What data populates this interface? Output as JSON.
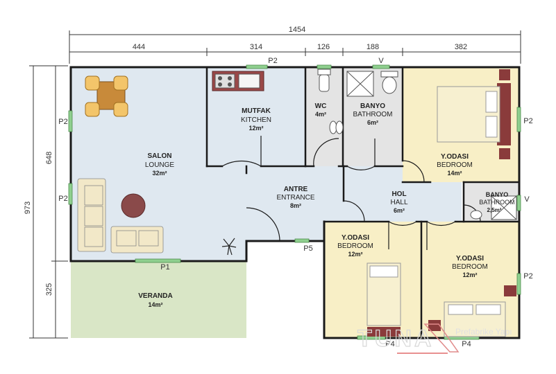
{
  "colors": {
    "wall": "#1a1a1a",
    "lounge": "#dfe8f0",
    "wet": "#e4e4e4",
    "bedroom": "#f8efc6",
    "veranda": "#d9e6c6",
    "window": "#8fcf8f",
    "bed_wood": "#8a3b3b"
  },
  "dimensions": {
    "total": "1454",
    "segments": [
      "444",
      "314",
      "126",
      "188",
      "382"
    ],
    "height_total": "973",
    "height_upper": "648",
    "height_lower": "325"
  },
  "rooms": {
    "salon": {
      "name": "SALON",
      "sub": "LOUNGE",
      "area": "32m²"
    },
    "mutfak": {
      "name": "MUTFAK",
      "sub": "KITCHEN",
      "area": "12m²"
    },
    "wc": {
      "name": "WC",
      "area": "4m²"
    },
    "banyo": {
      "name": "BANYO",
      "sub": "BATHROOM",
      "area": "6m²"
    },
    "bedroom1": {
      "name": "Y.ODASI",
      "sub": "BEDROOM",
      "area": "14m²"
    },
    "banyo2": {
      "name": "BANYO",
      "sub": "BATHROOM",
      "area": "2,5m²"
    },
    "antre": {
      "name": "ANTRE",
      "sub": "ENTRANCE",
      "area": "8m²"
    },
    "hol": {
      "name": "HOL",
      "sub": "HALL",
      "area": "6m²"
    },
    "bedroom2": {
      "name": "Y.ODASI",
      "sub": "BEDROOM",
      "area": "12m²"
    },
    "bedroom3": {
      "name": "Y.ODASI",
      "sub": "BEDROOM",
      "area": "12m²"
    },
    "veranda": {
      "name": "VERANDA",
      "area": "14m²"
    }
  },
  "markers": {
    "p1": "P1",
    "p2": "P2",
    "p4": "P4",
    "p5": "P5",
    "v": "V"
  },
  "watermark": {
    "logo": "TUNA",
    "tagline": "Prefabrike Yapı"
  }
}
